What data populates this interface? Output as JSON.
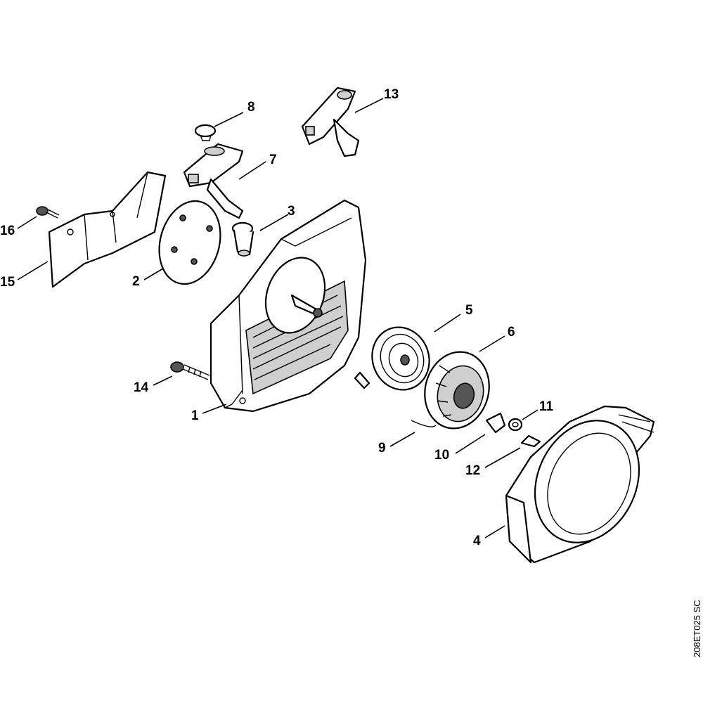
{
  "diagram": {
    "reference_code": "208ET025 SC",
    "callouts": [
      "1",
      "2",
      "3",
      "4",
      "5",
      "6",
      "7",
      "8",
      "9",
      "10",
      "11",
      "12",
      "13",
      "14",
      "15",
      "16"
    ]
  }
}
